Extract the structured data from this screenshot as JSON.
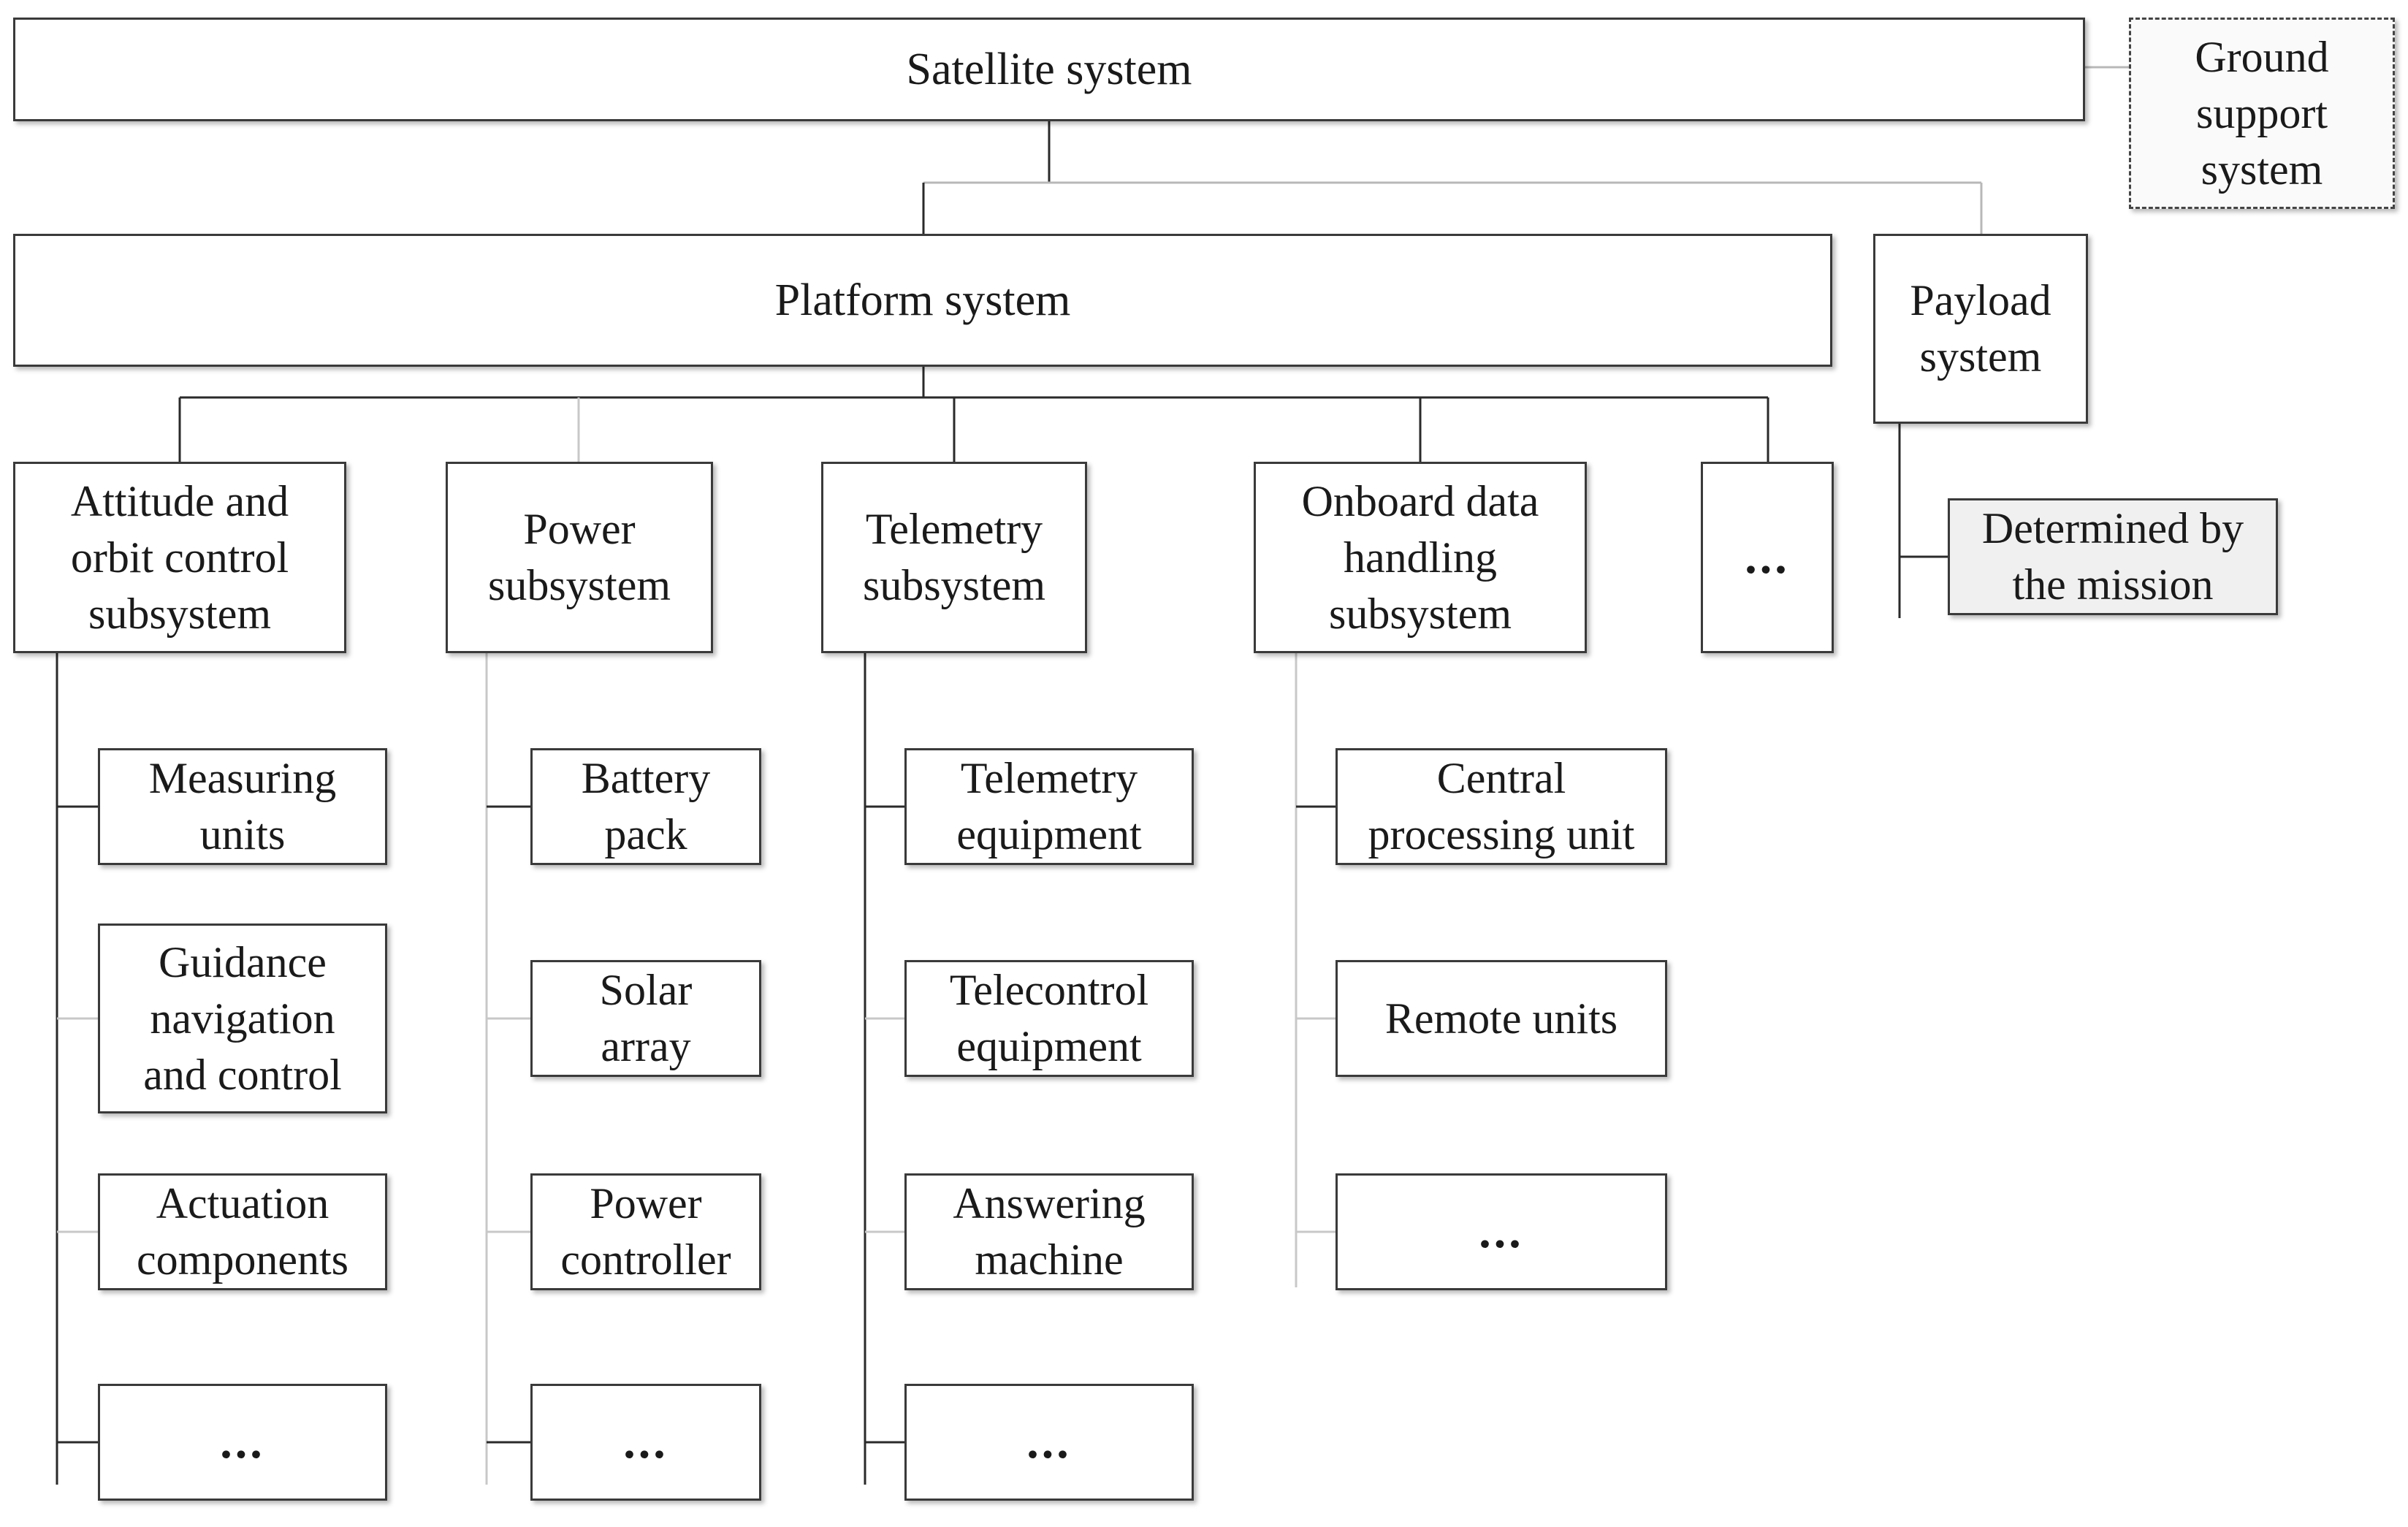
{
  "root": {
    "label": "Satellite system"
  },
  "ground": {
    "label": "Ground\nsupport\nsystem"
  },
  "platform": {
    "label": "Platform system"
  },
  "payload": {
    "label": "Payload\nsystem"
  },
  "payload_child": {
    "label": "Determined by\nthe mission"
  },
  "subsystems": [
    {
      "label": "Attitude and\norbit control\nsubsystem",
      "children": [
        "Measuring\nunits",
        "Guidance\nnavigation\nand control",
        "Actuation\ncomponents",
        "..."
      ]
    },
    {
      "label": "Power\nsubsystem",
      "children": [
        "Battery\npack",
        "Solar\narray",
        "Power\ncontroller",
        "..."
      ]
    },
    {
      "label": "Telemetry\nsubsystem",
      "children": [
        "Telemetry\nequipment",
        "Telecontrol\nequipment",
        "Answering\nmachine",
        "..."
      ]
    },
    {
      "label": "Onboard data\nhandling\nsubsystem",
      "children": [
        "Central\nprocessing unit",
        "Remote units",
        "..."
      ]
    },
    {
      "label": "..."
    }
  ]
}
